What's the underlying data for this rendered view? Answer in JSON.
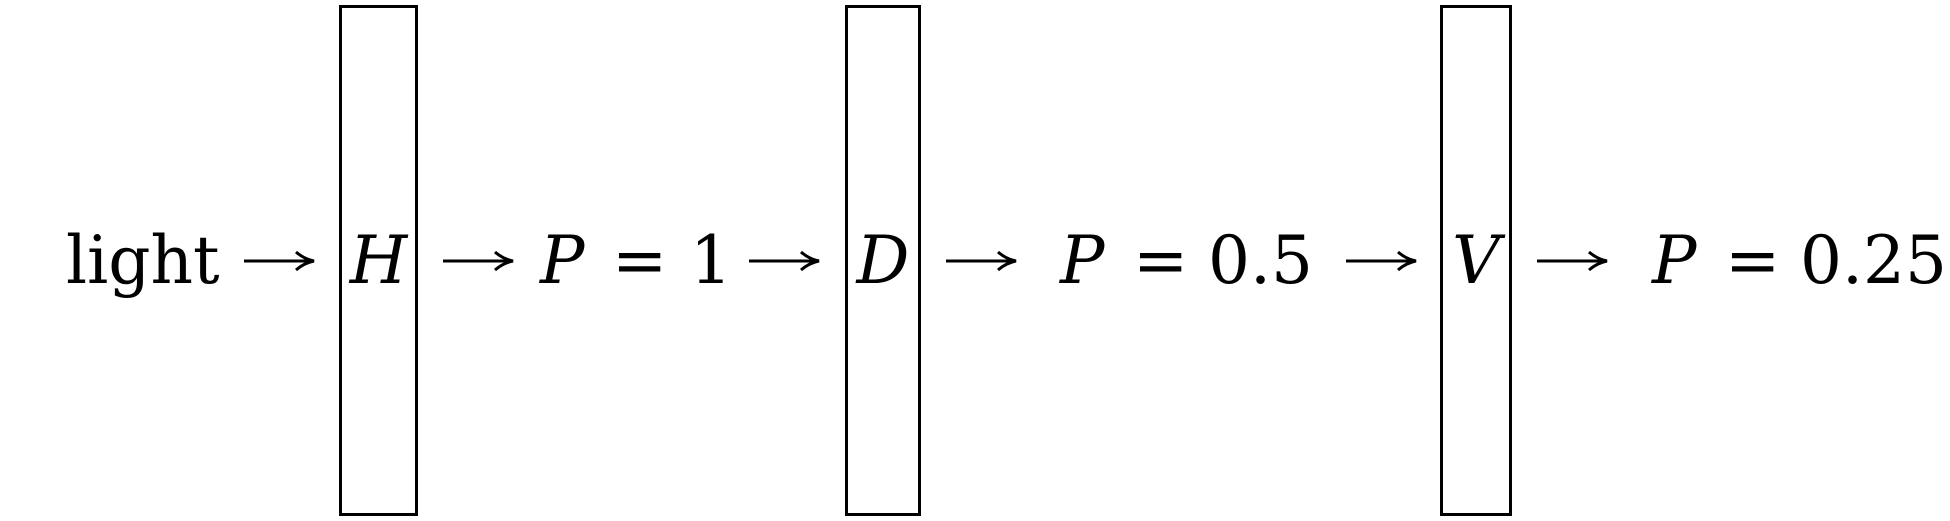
{
  "diagram": {
    "source_label": "light",
    "filters": [
      {
        "label": "H"
      },
      {
        "label": "D"
      },
      {
        "label": "V"
      }
    ],
    "outputs": [
      {
        "var": "P",
        "eq": "=",
        "value": "1"
      },
      {
        "var": "P",
        "eq": "=",
        "value": "0.5"
      },
      {
        "var": "P",
        "eq": "=",
        "value": "0.25"
      }
    ],
    "colors": {
      "stroke": "#000000",
      "background": "#ffffff"
    }
  }
}
